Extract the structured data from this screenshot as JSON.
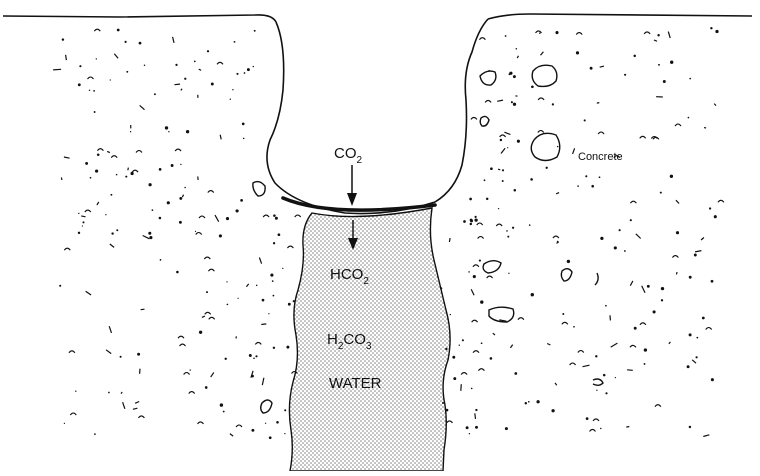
{
  "diagram": {
    "labels": {
      "co2": "CO",
      "co2_sub": "2",
      "hco2": "HCO",
      "hco2_sub": "2",
      "h2co3_h": "H",
      "h2co3_sub1": "2",
      "h2co3_co": "CO",
      "h2co3_sub2": "3",
      "water": "WATER",
      "concrete": "Concrete"
    },
    "colors": {
      "line": "#111111",
      "water_stipple": "#777777",
      "background": "#ffffff"
    }
  }
}
